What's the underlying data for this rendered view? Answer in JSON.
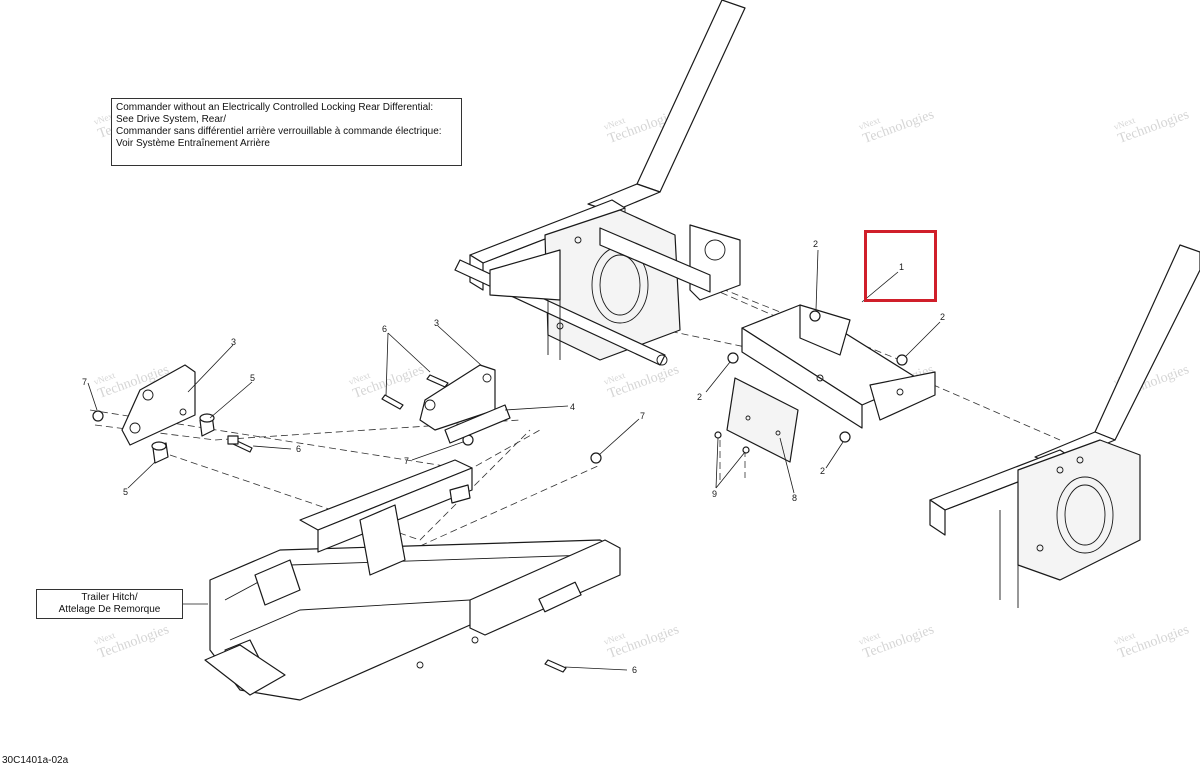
{
  "note_top": {
    "lines": [
      "Commander without an Electrically Controlled Locking Rear Differential:",
      "See Drive System, Rear/",
      "Commander sans différentiel arrière verrouillable à commande électrique:",
      "Voir Système Entraînement Arrière"
    ]
  },
  "note_hitch": {
    "lines": [
      "Trailer Hitch/",
      "Attelage De Remorque"
    ]
  },
  "diagram_code": "30C1401a-02a",
  "watermark": {
    "line1": "vNext",
    "line2": "Technologies"
  },
  "callouts": {
    "c1": "1",
    "c2a": "2",
    "c2b": "2",
    "c2c": "2",
    "c2d": "2",
    "c3a": "3",
    "c3b": "3",
    "c4": "4",
    "c5a": "5",
    "c5b": "5",
    "c6a": "6",
    "c6b": "6",
    "c6c": "6",
    "c7a": "7",
    "c7b": "7",
    "c7c": "7",
    "c8": "8",
    "c9": "9"
  },
  "highlight_color": "#d01f2a"
}
